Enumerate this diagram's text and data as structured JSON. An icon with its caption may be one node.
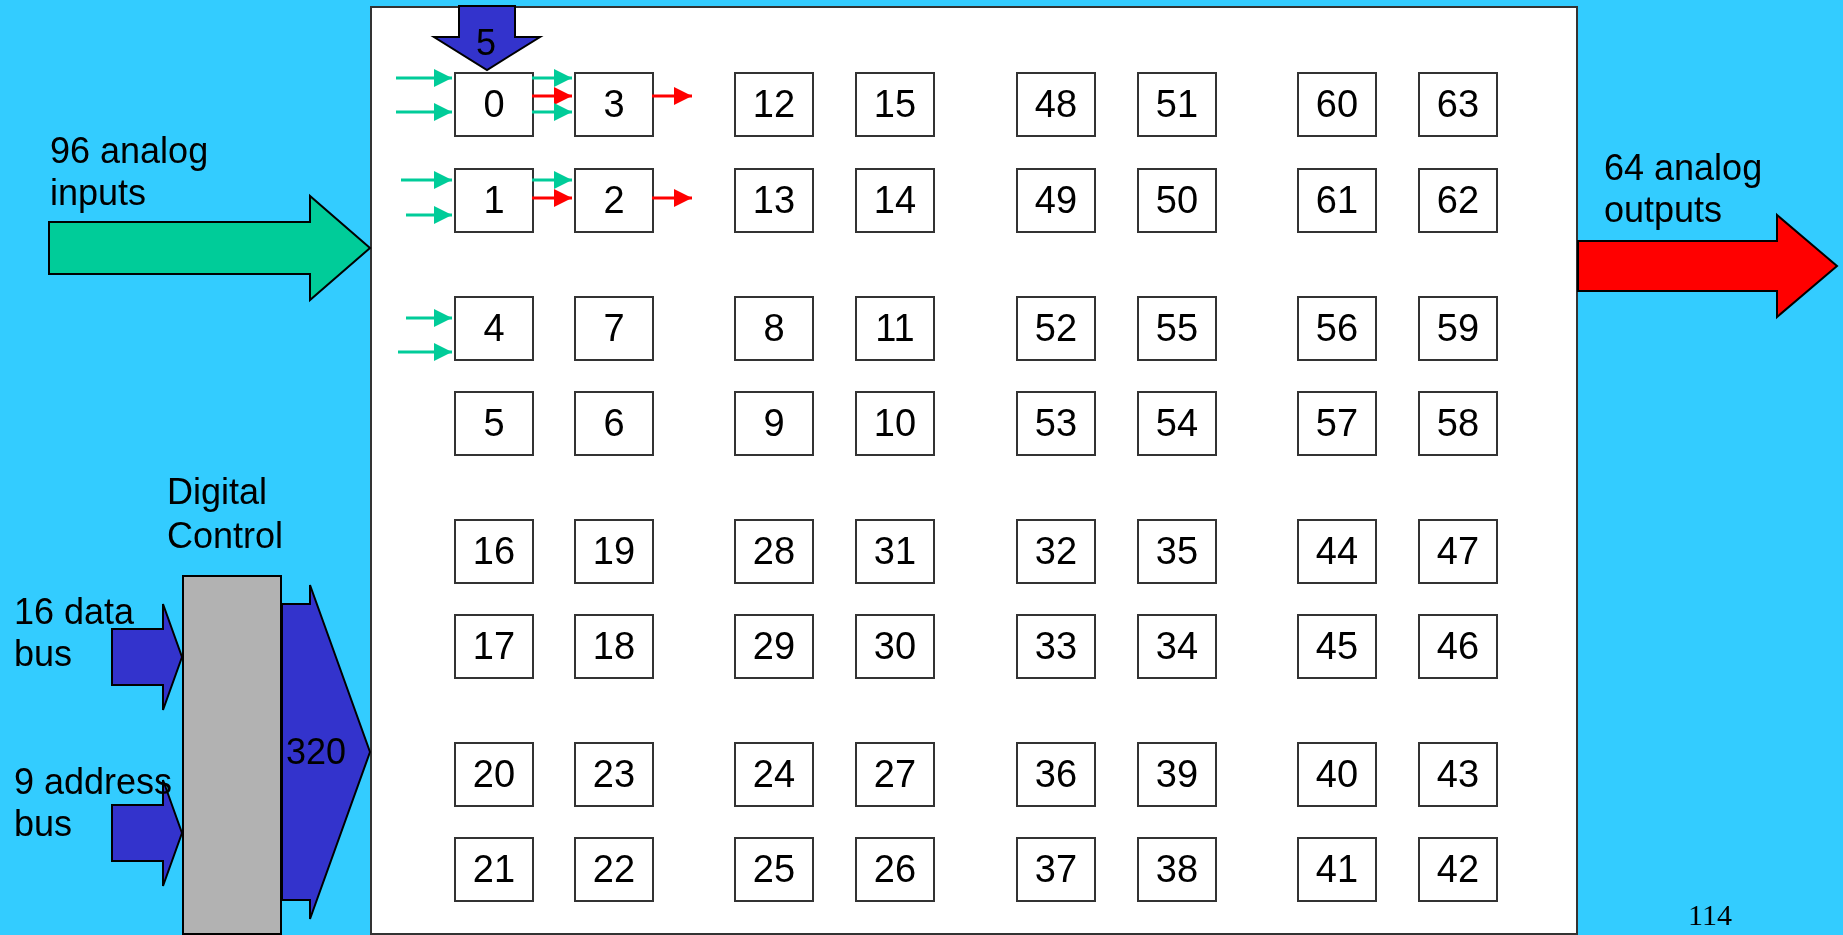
{
  "diagram": {
    "nodes": [
      {
        "text": [],
        "shape": "box"
      },
      {
        "text": [
          "0"
        ],
        "in": 0
      },
      {
        "text": [
          "3"
        ],
        "in": 0
      },
      {
        "text": [
          "12"
        ],
        "in": 0
      },
      {
        "text": [
          "15"
        ],
        "in": 0
      },
      {
        "text": [
          "48"
        ],
        "in": 0
      },
      {
        "text": [
          "51"
        ],
        "in": 0
      },
      {
        "text": [
          "60"
        ],
        "in": 0
      },
      {
        "text": [
          "63"
        ],
        "in": 0
      },
      {
        "text": [
          "1"
        ],
        "in": 0
      },
      {
        "text": [
          "2"
        ],
        "in": 0
      },
      {
        "text": [
          "13"
        ],
        "in": 0
      },
      {
        "text": [
          "14"
        ],
        "in": 0
      },
      {
        "text": [
          "49"
        ],
        "in": 0
      },
      {
        "text": [
          "50"
        ],
        "in": 0
      },
      {
        "text": [
          "61"
        ],
        "in": 0
      },
      {
        "text": [
          "62"
        ],
        "in": 0
      },
      {
        "text": [
          "4"
        ],
        "in": 0
      },
      {
        "text": [
          "7"
        ],
        "in": 0
      },
      {
        "text": [
          "8"
        ],
        "in": 0
      },
      {
        "text": [
          "11"
        ],
        "in": 0
      },
      {
        "text": [
          "52"
        ],
        "in": 0
      },
      {
        "text": [
          "55"
        ],
        "in": 0
      },
      {
        "text": [
          "56"
        ],
        "in": 0
      },
      {
        "text": [
          "59"
        ],
        "in": 0
      },
      {
        "text": [
          "5"
        ],
        "in": 0
      },
      {
        "text": [
          "6"
        ],
        "in": 0
      },
      {
        "text": [
          "9"
        ],
        "in": 0
      },
      {
        "text": [
          "10"
        ],
        "in": 0
      },
      {
        "text": [
          "53"
        ],
        "in": 0
      },
      {
        "text": [
          "54"
        ],
        "in": 0
      },
      {
        "text": [
          "57"
        ],
        "in": 0
      },
      {
        "text": [
          "58"
        ],
        "in": 0
      },
      {
        "text": [
          "16"
        ],
        "in": 0
      },
      {
        "text": [
          "19"
        ],
        "in": 0
      },
      {
        "text": [
          "28"
        ],
        "in": 0
      },
      {
        "text": [
          "31"
        ],
        "in": 0
      },
      {
        "text": [
          "32"
        ],
        "in": 0
      },
      {
        "text": [
          "35"
        ],
        "in": 0
      },
      {
        "text": [
          "44"
        ],
        "in": 0
      },
      {
        "text": [
          "47"
        ],
        "in": 0
      },
      {
        "text": [
          "17"
        ],
        "in": 0
      },
      {
        "text": [
          "18"
        ],
        "in": 0
      },
      {
        "text": [
          "29"
        ],
        "in": 0
      },
      {
        "text": [
          "30"
        ],
        "in": 0
      },
      {
        "text": [
          "33"
        ],
        "in": 0
      },
      {
        "text": [
          "34"
        ],
        "in": 0
      },
      {
        "text": [
          "45"
        ],
        "in": 0
      },
      {
        "text": [
          "46"
        ],
        "in": 0
      },
      {
        "text": [
          "20"
        ],
        "in": 0
      },
      {
        "text": [
          "23"
        ],
        "in": 0
      },
      {
        "text": [
          "24"
        ],
        "in": 0
      },
      {
        "text": [
          "27"
        ],
        "in": 0
      },
      {
        "text": [
          "36"
        ],
        "in": 0
      },
      {
        "text": [
          "39"
        ],
        "in": 0
      },
      {
        "text": [
          "40"
        ],
        "in": 0
      },
      {
        "text": [
          "43"
        ],
        "in": 0
      },
      {
        "text": [
          "21"
        ],
        "in": 0
      },
      {
        "text": [
          "22"
        ],
        "in": 0
      },
      {
        "text": [
          "25"
        ],
        "in": 0
      },
      {
        "text": [
          "26"
        ],
        "in": 0
      },
      {
        "text": [
          "37"
        ],
        "in": 0
      },
      {
        "text": [
          "38"
        ],
        "in": 0
      },
      {
        "text": [
          "41"
        ],
        "in": 0
      },
      {
        "text": [
          "42"
        ],
        "in": 0
      },
      {
        "text": [
          "Digital Control"
        ]
      }
    ],
    "edges": [
      {
        "from": null,
        "to": 0,
        "arrow": "to",
        "label": "96 analog inputs",
        "style": "thick",
        "color": "#00cc99"
      },
      {
        "from": 0,
        "to": null,
        "arrow": "to",
        "label": "64 analog outputs",
        "style": "thick",
        "color": "#ff0000"
      },
      {
        "from": null,
        "to": 65,
        "arrow": "to",
        "label": "16 data bus",
        "style": "thick",
        "color": "#3333cc"
      },
      {
        "from": null,
        "to": 65,
        "arrow": "to",
        "label": "9 address bus",
        "style": "thick",
        "color": "#3333cc"
      },
      {
        "from": 65,
        "to": 0,
        "arrow": "to",
        "label": "320",
        "style": "thick",
        "color": "#3333cc"
      },
      {
        "from": null,
        "to": 1,
        "arrow": "to",
        "label": "5",
        "style": "thick",
        "color": "#3333cc"
      },
      {
        "from": null,
        "to": 1,
        "arrow": "to",
        "color": "#00cc99"
      },
      {
        "from": null,
        "to": 1,
        "arrow": "to",
        "color": "#00cc99"
      },
      {
        "from": 1,
        "to": 2,
        "arrow": "to",
        "color": "#00cc99"
      },
      {
        "from": 1,
        "to": 2,
        "arrow": "to",
        "color": "#ff0000"
      },
      {
        "from": 1,
        "to": 2,
        "arrow": "to",
        "color": "#00cc99"
      },
      {
        "from": 2,
        "to": null,
        "arrow": "to",
        "color": "#ff0000"
      },
      {
        "from": null,
        "to": 9,
        "arrow": "to",
        "color": "#00cc99"
      },
      {
        "from": null,
        "to": 9,
        "arrow": "to",
        "color": "#00cc99"
      },
      {
        "from": 9,
        "to": 10,
        "arrow": "to",
        "color": "#00cc99"
      },
      {
        "from": 9,
        "to": 10,
        "arrow": "to",
        "color": "#ff0000"
      },
      {
        "from": 10,
        "to": null,
        "arrow": "to",
        "color": "#ff0000"
      },
      {
        "from": null,
        "to": 17,
        "arrow": "to",
        "color": "#00cc99"
      },
      {
        "from": null,
        "to": 17,
        "arrow": "to",
        "color": "#00cc99"
      }
    ],
    "labels": [
      "114"
    ]
  }
}
